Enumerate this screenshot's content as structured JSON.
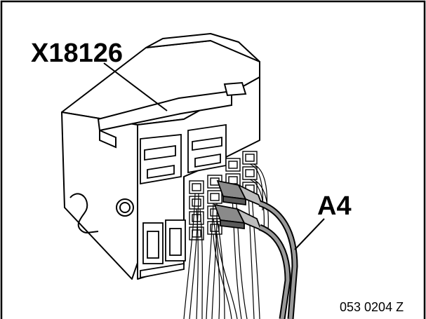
{
  "labels": {
    "connector_label": "X18126",
    "wire_label": "A4",
    "figure_code": "053 0204 Z"
  },
  "colors": {
    "line": "#000000",
    "background": "#ffffff",
    "tab_fill": "#8a8a8a"
  }
}
